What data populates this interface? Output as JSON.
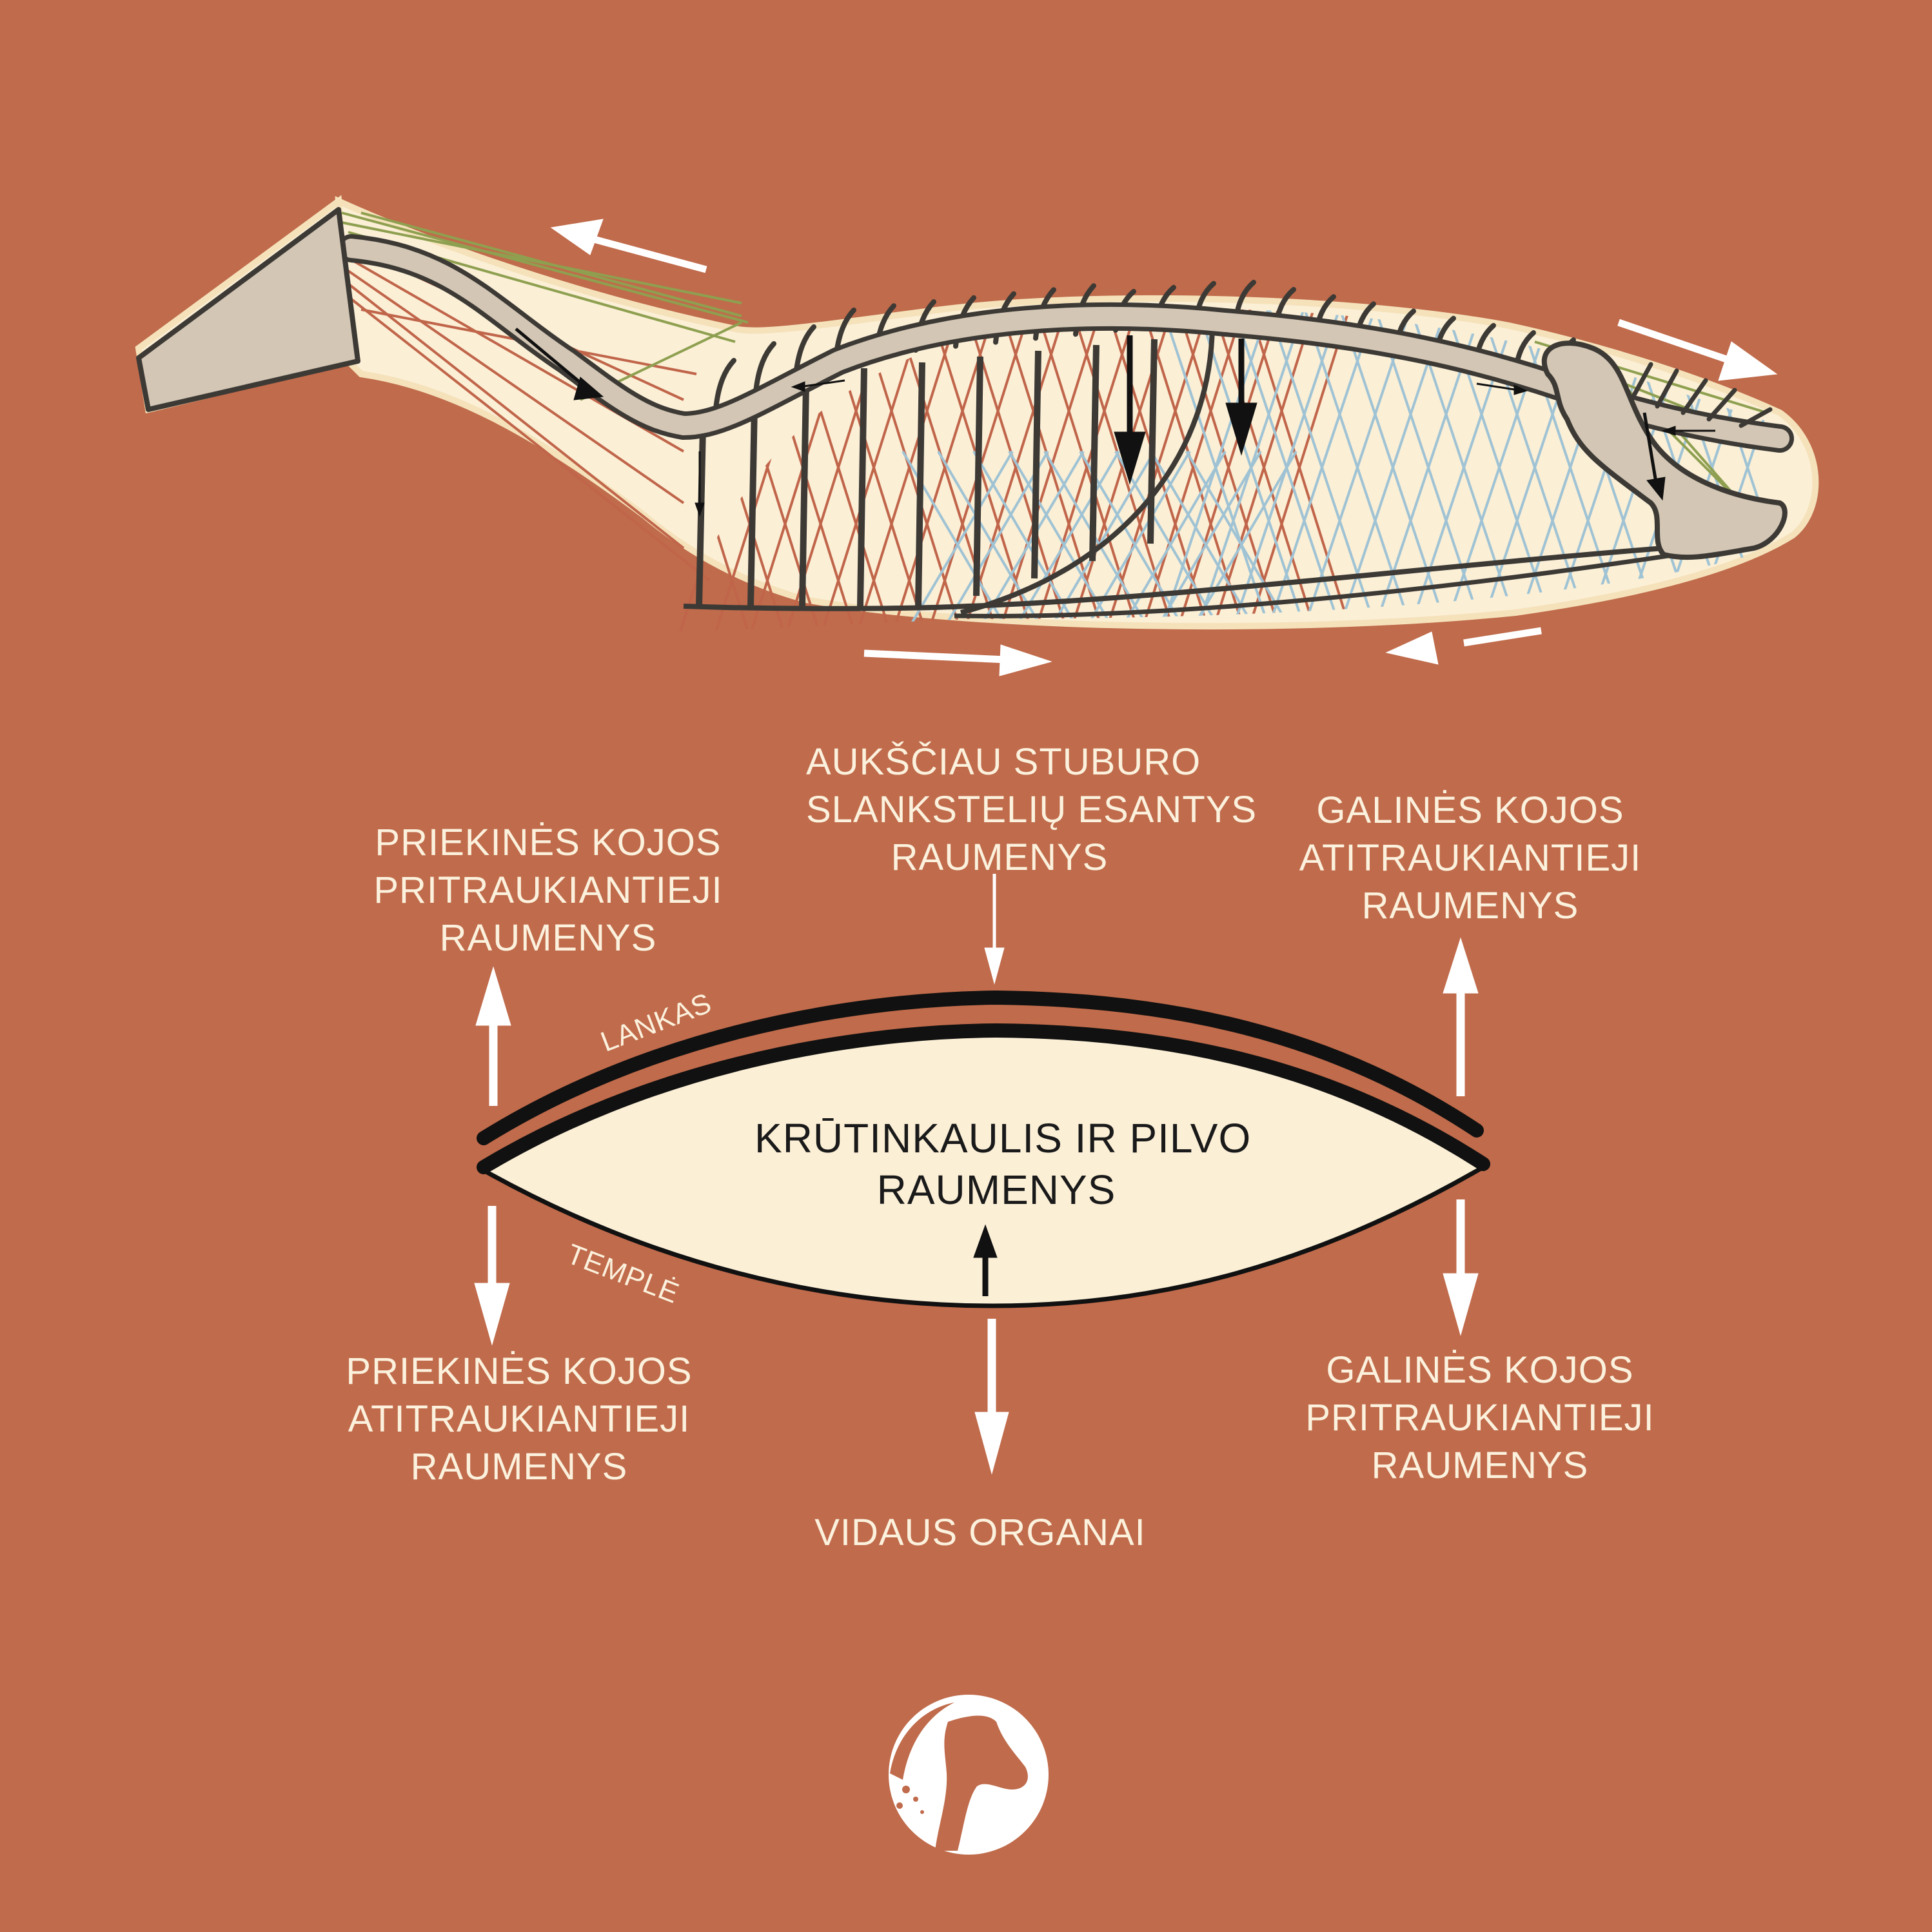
{
  "colors": {
    "background": "#c06b4b",
    "body_fill": "#fbefd6",
    "bone": "#d3c6b4",
    "bone_outline": "#3d3a36",
    "muscle_red": "#c0654a",
    "muscle_green": "#8ea050",
    "muscle_blue": "#9fc3d4",
    "arrow_white": "#ffffff",
    "text_light": "#fbf1dd",
    "text_dark": "#1a1a1a"
  },
  "labels": {
    "top_center": [
      "AUKŠČIAU STUBURO",
      "SLANKSTELIŲ ESANTYS",
      "RAUMENYS"
    ],
    "top_left": [
      "PRIEKINĖS KOJOS",
      "PRITRAUKIANTIEJI",
      "RAUMENYS"
    ],
    "top_right": [
      "GALINĖS KOJOS",
      "ATITRAUKIANTIEJI",
      "RAUMENYS"
    ],
    "bottom_left": [
      "PRIEKINĖS KOJOS",
      "ATITRAUKIANTIEJI",
      "RAUMENYS"
    ],
    "bottom_right": [
      "GALINĖS KOJOS",
      "PRITRAUKIANTIEJI",
      "RAUMENYS"
    ],
    "bottom_center": "VIDAUS ORGANAI",
    "center": [
      "KRŪTINKAULIS IR PILVO",
      "RAUMENYS"
    ],
    "arch": "LANKAS",
    "string": "TEMPLĖ"
  },
  "icons": {
    "logo": "horse-head-logo-icon"
  }
}
